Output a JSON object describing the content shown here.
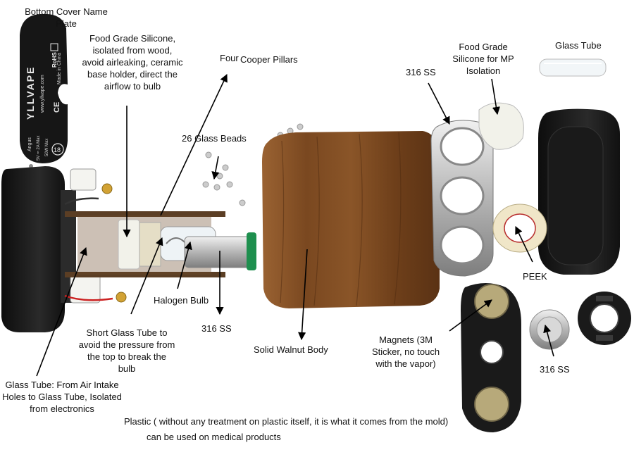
{
  "nameplate": {
    "brand": "YLLVAPE",
    "url": "www.yllvape.com",
    "origin": "Made in China",
    "model": "Angus",
    "spec_voltage": "5V ⎓ 2A Max",
    "spec_power": "50W Max",
    "age": "18",
    "marks": [
      "CE",
      "RoHS"
    ]
  },
  "labels": {
    "nameplate": "Bottom Cover Name Plate",
    "silicone_base": "Food Grade Silicone, isolated from wood, avoid airleaking, ceramic base holder, direct the airflow to bulb",
    "pillars_four": "Four",
    "pillars": "Cooper Pillars",
    "beads": "26 Glass Beads",
    "ss_plate": "316 SS",
    "silicone_mp": "Food Grade Silicone for MP Isolation",
    "glass_tube": "Glass Tube",
    "peek": "PEEK",
    "bulb": "Halogen Bulb",
    "ss_tube": "316 SS",
    "short_tube": "Short Glass Tube to avoid the pressure from the top to break the bulb",
    "walnut": "Solid Walnut Body",
    "magnets": "Magnets (3M Sticker, no touch with the vapor)",
    "ss_disc": "316 SS",
    "glass_tube_intake": "Glass Tube: From Air Intake Holes to Glass Tube, Isolated from electronics",
    "plastic": "Plastic ( without any treatment on plastic itself, it is what it comes from the mold)",
    "medical": "can be used on medical products"
  },
  "colors": {
    "walnut": "#7a4a22",
    "plastic": "#1c1c1c",
    "steel": "#c9c9c9",
    "silicone": "#f2f2ea",
    "o_ring": "#1e8f4e",
    "copper": "#6d4a2c",
    "gold": "#d2a234"
  },
  "parts": [
    "bottom-cover",
    "heater-core",
    "glass-beads",
    "walnut-body",
    "ss-plate",
    "silicone-mp",
    "glass-tube",
    "top-cover",
    "peek-ring",
    "magnet-plate",
    "ss-disc",
    "mouthpiece-cap"
  ]
}
